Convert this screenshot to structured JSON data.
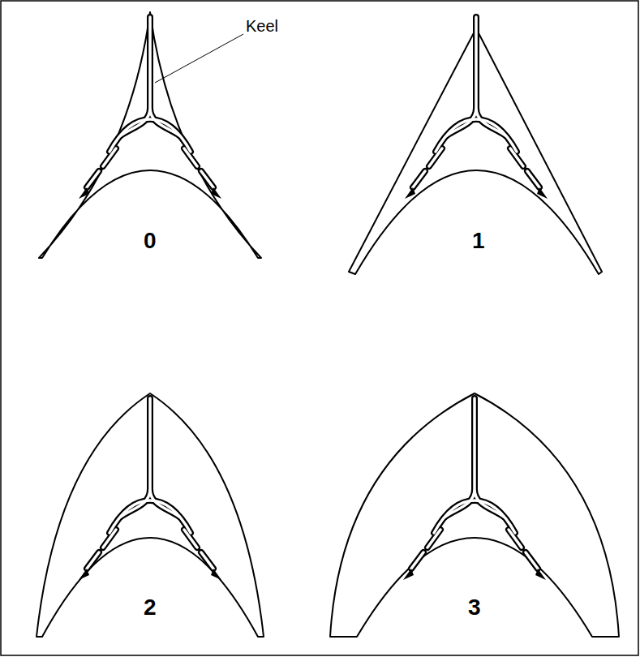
{
  "diagram": {
    "labels": [
      "Keel",
      "0",
      "1",
      "2",
      "3"
    ]
  }
}
